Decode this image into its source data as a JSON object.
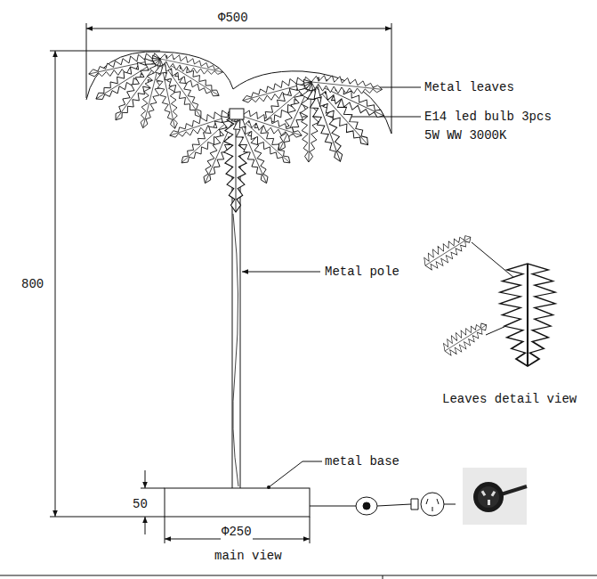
{
  "diagram": {
    "labels": [
      "Φ500",
      "Metal leaves",
      "E14 led bulb 3pcs 5W WW 3000K",
      "Metal pole",
      "Leaves detail view",
      "metal base",
      "800",
      "50",
      "Φ250",
      "main view"
    ]
  }
}
